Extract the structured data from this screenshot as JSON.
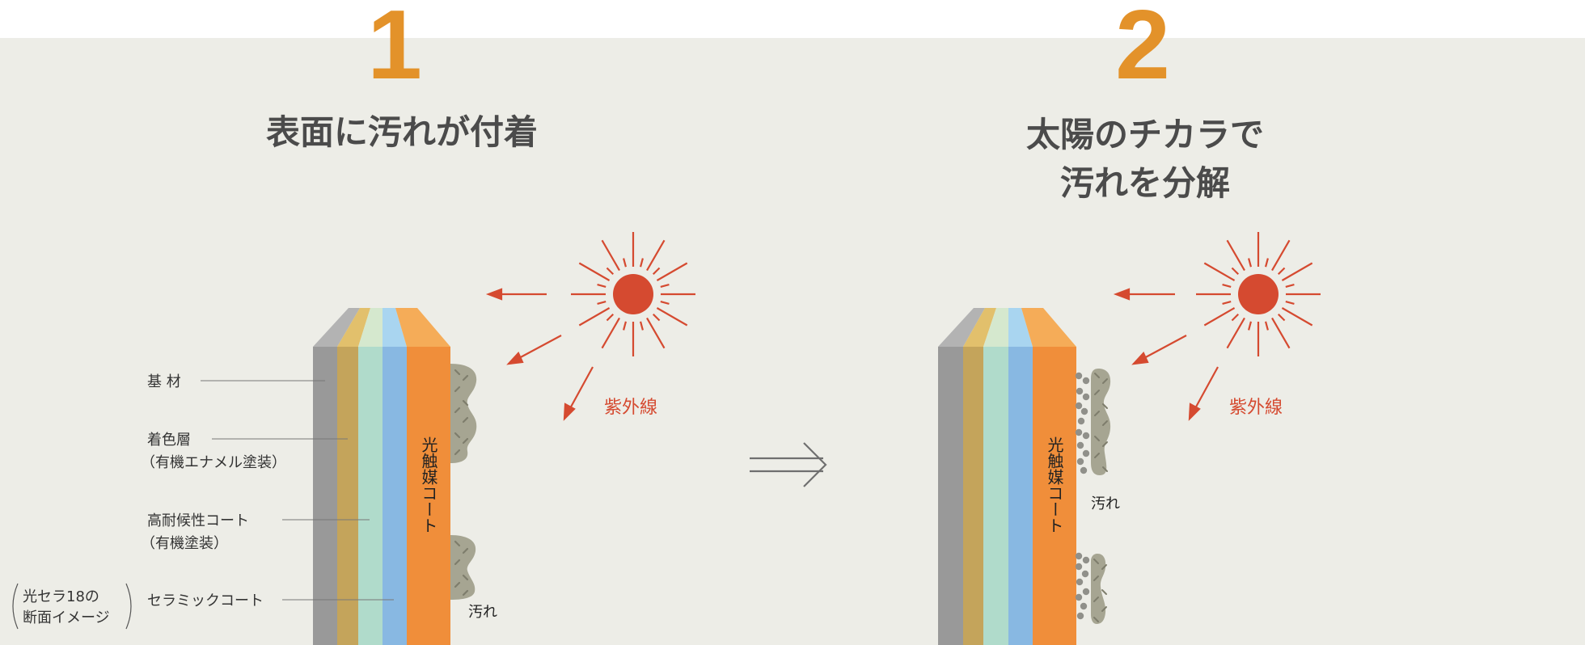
{
  "colors": {
    "background": "#EDEDE7",
    "accent_number": "#E3922A",
    "sun": "#D54A30",
    "dirt": "#A6A592",
    "dirt_mark": "#7E7D6C",
    "dirt_particle": "#90908A",
    "layers": {
      "substrate": "#999999",
      "color_layer": "#C4A45B",
      "weather_coat": "#B0DBCB",
      "ceramic_coat": "#88B8E2",
      "photocatalyst_coat": "#F08E3A"
    }
  },
  "step1": {
    "number": "1",
    "title": "表面に汚れが付着",
    "uv_label": "紫外線",
    "coat_label": "光触媒コート",
    "dirt_label": "汚れ",
    "layer_labels": {
      "substrate": "基 材",
      "color_layer": "着色層",
      "color_layer_sub": "（有機エナメル塗装）",
      "weather_coat": "高耐候性コート",
      "weather_coat_sub": "（有機塗装）",
      "ceramic_coat": "セラミックコート"
    },
    "note_line1": "光セラ18の",
    "note_line2": "断面イメージ"
  },
  "step2": {
    "number": "2",
    "title_line1": "太陽のチカラで",
    "title_line2": "汚れを分解",
    "uv_label": "紫外線",
    "coat_label": "光触媒コート",
    "dirt_label": "汚れ"
  },
  "transition_icon": "double-arrow-right-icon"
}
